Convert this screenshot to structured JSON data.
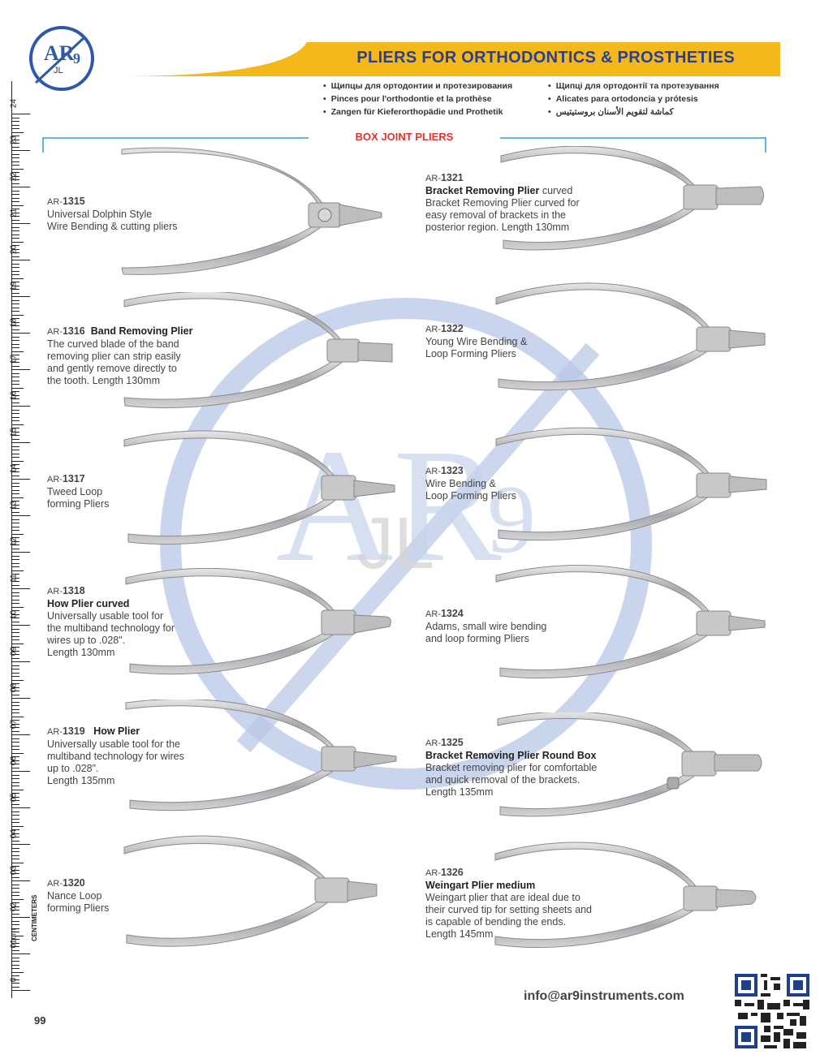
{
  "brand": {
    "logo_letters": "AR",
    "logo_sub": "JL",
    "logo_nine": "9",
    "watermark_letters": "AR",
    "watermark_nine": "9",
    "watermark_sub": "JL"
  },
  "colors": {
    "accent_yellow": "#f5b81a",
    "title_blue": "#2c3f8c",
    "section_red": "#e0342a",
    "logo_blue": "#2d59a8",
    "watermark_blue": "#b7c7e6",
    "steel": "#b9b9bb"
  },
  "header": {
    "title": "PLIERS FOR ORTHODONTICS & PROSTHETIES",
    "translations_left": [
      "Щипцы для ортодонтии и протезирования",
      "Pinces pour l'orthodontie et la prothèse",
      "Zangen für Kieferorthopädie und Prothetik"
    ],
    "translations_right": [
      "Щипці для ортодонтії та протезування",
      "Alicates para ortodoncia y prótesis",
      "كماشة لتقويم الأسنان بروستيتيس"
    ]
  },
  "section_title": "BOX JOINT PLIERS",
  "ruler": {
    "unit": "CENTIMETERS",
    "labels": [
      "0",
      "01cm",
      "02",
      "03",
      "04",
      "05",
      "06",
      "07",
      "08",
      "09",
      "10",
      "11",
      "12",
      "13",
      "14",
      "15",
      "16",
      "17",
      "18",
      "19",
      "20",
      "21",
      "22",
      "23",
      "24"
    ]
  },
  "products_left": [
    {
      "prefix": "AR-",
      "number": "1315",
      "title": "",
      "lines": [
        "Universal Dolphin Style",
        "Wire Bending & cutting pliers"
      ]
    },
    {
      "prefix": "AR-",
      "number": "1316",
      "title": "Band Removing Plier",
      "lines": [
        "The curved blade of the band",
        "removing plier can strip easily",
        "and gently remove directly to",
        "the tooth.  Length 130mm"
      ]
    },
    {
      "prefix": "AR-",
      "number": "1317",
      "title": "",
      "lines": [
        "Tweed Loop",
        "forming Pliers"
      ]
    },
    {
      "prefix": "AR-",
      "number": "1318",
      "title": "How Plier curved",
      "lines": [
        "Universally usable tool for",
        "the multiband technology for",
        "wires up to .028\".",
        "Length 130mm"
      ]
    },
    {
      "prefix": "AR-",
      "number": "1319",
      "title": "How Plier",
      "lines": [
        "Universally usable tool for the",
        "multiband technology for wires",
        "up to .028\".",
        "Length 135mm"
      ]
    },
    {
      "prefix": "AR-",
      "number": "1320",
      "title": "",
      "lines": [
        "Nance Loop",
        "forming Pliers"
      ]
    }
  ],
  "products_right": [
    {
      "prefix": "AR-",
      "number": "1321",
      "title": "Bracket Removing Plier",
      "title_suffix": " curved",
      "lines": [
        "Bracket Removing Plier curved for",
        "easy removal of brackets in the",
        "posterior region. Length 130mm"
      ]
    },
    {
      "prefix": "AR-",
      "number": "1322",
      "title": "",
      "lines": [
        "Young Wire Bending &",
        "Loop Forming Pliers"
      ]
    },
    {
      "prefix": "AR-",
      "number": "1323",
      "title": "",
      "lines": [
        "Wire Bending &",
        "Loop Forming Pliers"
      ]
    },
    {
      "prefix": "AR-",
      "number": "1324",
      "title": "",
      "lines": [
        "Adams, small wire bending",
        "and loop forming Pliers"
      ]
    },
    {
      "prefix": "AR-",
      "number": "1325",
      "title": "Bracket Removing Plier Round Box",
      "lines": [
        "Bracket removing plier for comfortable",
        "and quick removal of the brackets.",
        "Length 135mm"
      ]
    },
    {
      "prefix": "AR-",
      "number": "1326",
      "title": "Weingart Plier medium",
      "lines": [
        "Weingart plier that are ideal due to",
        "their curved tip for setting sheets and",
        "is capable of bending the ends.",
        "Length 145mm"
      ]
    }
  ],
  "footer": {
    "email": "info@ar9instruments.com",
    "page_number": "99"
  }
}
